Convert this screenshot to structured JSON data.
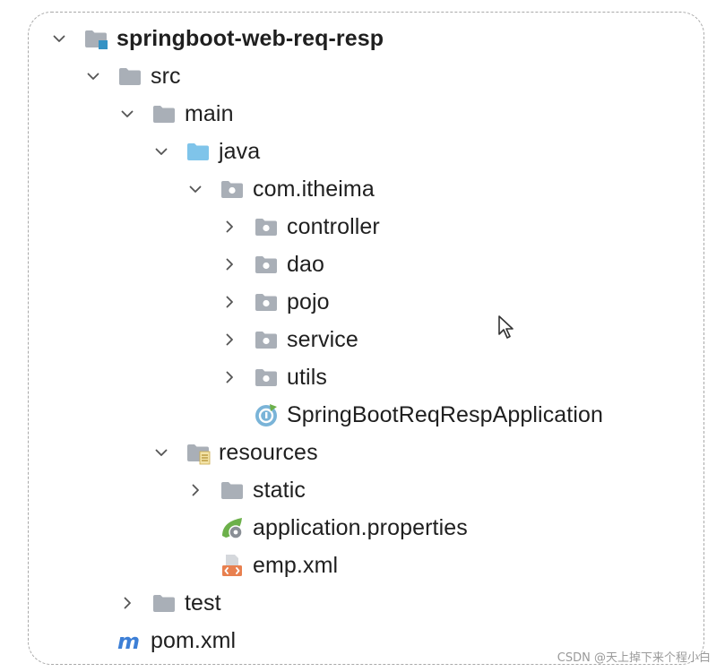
{
  "project_tree": {
    "nodes": [
      {
        "label": "springboot-web-req-resp",
        "icon": "module-folder-icon",
        "chevron": "expanded",
        "bold": true
      },
      {
        "label": "src",
        "icon": "folder-icon",
        "chevron": "expanded"
      },
      {
        "label": "main",
        "icon": "folder-icon",
        "chevron": "expanded"
      },
      {
        "label": "java",
        "icon": "source-root-folder-icon",
        "chevron": "expanded"
      },
      {
        "label": "com.itheima",
        "icon": "package-icon",
        "chevron": "expanded"
      },
      {
        "label": "controller",
        "icon": "package-icon",
        "chevron": "collapsed"
      },
      {
        "label": "dao",
        "icon": "package-icon",
        "chevron": "collapsed"
      },
      {
        "label": "pojo",
        "icon": "package-icon",
        "chevron": "collapsed"
      },
      {
        "label": "service",
        "icon": "package-icon",
        "chevron": "collapsed"
      },
      {
        "label": "utils",
        "icon": "package-icon",
        "chevron": "collapsed"
      },
      {
        "label": "SpringBootReqRespApplication",
        "icon": "spring-boot-class-icon",
        "chevron": "none"
      },
      {
        "label": "resources",
        "icon": "resources-folder-icon",
        "chevron": "expanded"
      },
      {
        "label": "static",
        "icon": "folder-icon",
        "chevron": "collapsed"
      },
      {
        "label": "application.properties",
        "icon": "spring-properties-icon",
        "chevron": "none"
      },
      {
        "label": "emp.xml",
        "icon": "xml-file-icon",
        "chevron": "none"
      },
      {
        "label": "test",
        "icon": "folder-icon",
        "chevron": "collapsed"
      },
      {
        "label": "pom.xml",
        "icon": "maven-icon",
        "chevron": "none"
      }
    ]
  },
  "watermark": "CSDN @天上掉下来个程小白",
  "colors": {
    "folder_gray": "#a9afb7",
    "source_root_blue": "#7fc4ea",
    "module_marker_blue": "#3592c4",
    "spring_green": "#6cb04a",
    "xml_orange": "#e8804f",
    "maven_blue": "#3d7fd6",
    "chevron": "#555555"
  }
}
